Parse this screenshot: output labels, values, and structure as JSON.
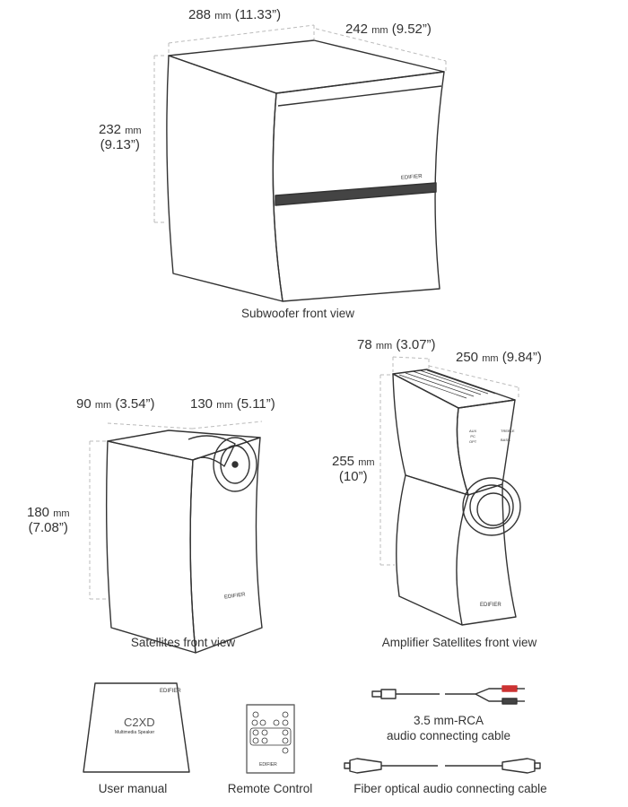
{
  "subwoofer": {
    "caption": "Subwoofer front view",
    "width": {
      "value": "288",
      "unit": "mm",
      "inch": "(11.33”)"
    },
    "depth": {
      "value": "242",
      "unit": "mm",
      "inch": "(9.52”)"
    },
    "height": {
      "value": "232",
      "unit": "mm",
      "inch": "(9.13”)"
    },
    "brand": "EDIFIER"
  },
  "satellite": {
    "caption": "Satellites front view",
    "depth": {
      "value": "90",
      "unit": "mm",
      "inch": "(3.54”)"
    },
    "width": {
      "value": "130",
      "unit": "mm",
      "inch": "(5.11”)"
    },
    "height": {
      "value": "180",
      "unit": "mm",
      "inch": "(7.08”)"
    },
    "brand": "EDIFIER"
  },
  "amplifier": {
    "caption": "Amplifier Satellites front view",
    "width": {
      "value": "78",
      "unit": "mm",
      "inch": "(3.07”)"
    },
    "depth": {
      "value": "250",
      "unit": "mm",
      "inch": "(9.84”)"
    },
    "height": {
      "value": "255",
      "unit": "mm",
      "inch": "(10”)"
    },
    "brand": "EDIFIER",
    "inputs": [
      "AUX",
      "PC",
      "OPT"
    ],
    "controls": [
      "TREBLE",
      "BASS"
    ]
  },
  "accessories": {
    "manual": {
      "caption": "User manual",
      "brand": "EDIFIER",
      "model": "C2XD",
      "subtitle": "Multimedia Speaker"
    },
    "remote": {
      "caption": "Remote Control",
      "brand": "EDIFIER"
    },
    "rca_cable": {
      "caption_line1": "3.5 mm-RCA",
      "caption_line2": "audio connecting cable"
    },
    "optical_cable": {
      "caption": "Fiber optical audio connecting cable"
    }
  },
  "colors": {
    "line": "#333333",
    "dim": "#bbbbbb",
    "band": "#444444"
  }
}
